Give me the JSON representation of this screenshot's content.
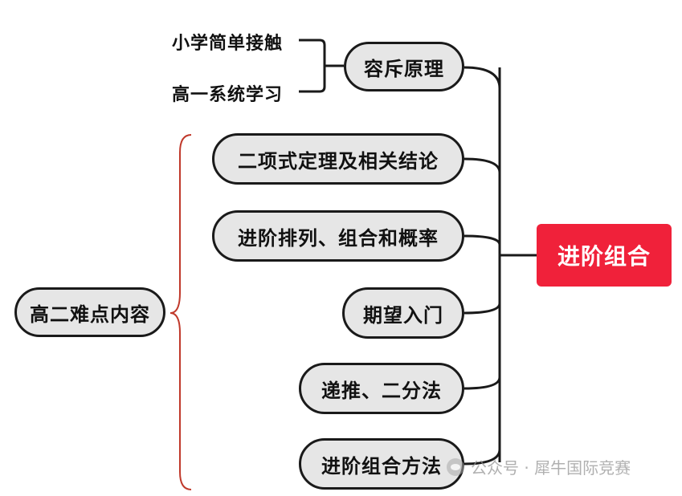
{
  "diagram": {
    "root": {
      "label": "进阶组合",
      "color": "#f0213a"
    },
    "inclusion_exclusion": {
      "label": "容斥原理",
      "sub_items": [
        "小学简单接触",
        "高一系统学习"
      ]
    },
    "group_label": "高二难点内容",
    "topics": [
      "二项式定理及相关结论",
      "进阶排列、组合和概率",
      "期望入门",
      "递推、二分法",
      "进阶组合方法"
    ],
    "colors": {
      "node_fill": "#e6e6e6",
      "node_border": "#1a1a1a",
      "brace": "#c0392b"
    }
  },
  "watermark": {
    "text": "公众号 · 犀牛国际竞赛"
  }
}
